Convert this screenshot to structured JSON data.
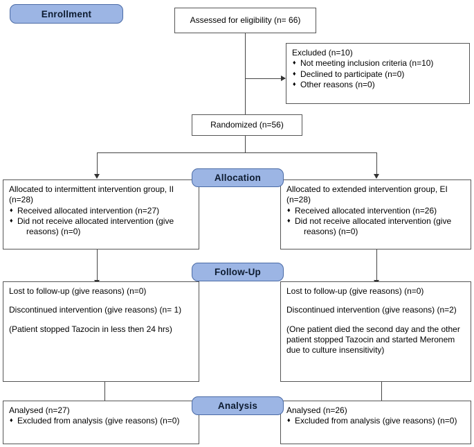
{
  "diagram": {
    "type": "consort-flow-diagram",
    "accent_banner_fill": "#9cb5e4",
    "accent_banner_border": "#4a6aa5",
    "box_border": "#555555",
    "connector_color": "#444444"
  },
  "stages": {
    "enrollment": "Enrollment",
    "allocation": "Allocation",
    "followup": "Follow-Up",
    "analysis": "Analysis"
  },
  "enrollment": {
    "assessed": "Assessed for eligibility (n= 66)",
    "excluded_title": "Excluded (n=10)",
    "excluded_items": [
      "Not meeting inclusion criteria (n=10)",
      "Declined to participate (n=0)",
      "Other reasons (n=0)"
    ],
    "randomized": "Randomized (n=56)"
  },
  "allocation": {
    "left": {
      "line1": "Allocated to intermittent intervention group, II",
      "line2": "(n=28)",
      "items": [
        {
          "text": "Received allocated intervention (n=27)",
          "cont": ""
        },
        {
          "text": "Did not receive allocated intervention (give",
          "cont": "reasons) (n=0)"
        }
      ]
    },
    "right": {
      "line1": "Allocated to extended intervention group, EI",
      "line2": "(n=28)",
      "items": [
        {
          "text": "Received allocated intervention (n=26)",
          "cont": ""
        },
        {
          "text": "Did not receive allocated intervention (give",
          "cont": "reasons) (n=0)"
        }
      ]
    }
  },
  "followup": {
    "left": {
      "lost": "Lost to follow-up (give reasons) (n=0)",
      "discontinued": "Discontinued intervention (give reasons) (n= 1)",
      "note": "(Patient stopped Tazocin in less then 24 hrs)"
    },
    "right": {
      "lost": "Lost to follow-up (give reasons) (n=0)",
      "discontinued": "Discontinued intervention (give reasons) (n=2)",
      "note": "(One patient died the second day and the other patient stopped Tazocin and started Meronem due to culture insensitivity)"
    }
  },
  "analysis": {
    "left": {
      "analysed": "Analysed (n=27)",
      "items": [
        "Excluded from analysis (give reasons) (n=0)"
      ]
    },
    "right": {
      "analysed": "Analysed (n=26)",
      "items": [
        "Excluded from analysis (give reasons) (n=0)"
      ]
    }
  }
}
